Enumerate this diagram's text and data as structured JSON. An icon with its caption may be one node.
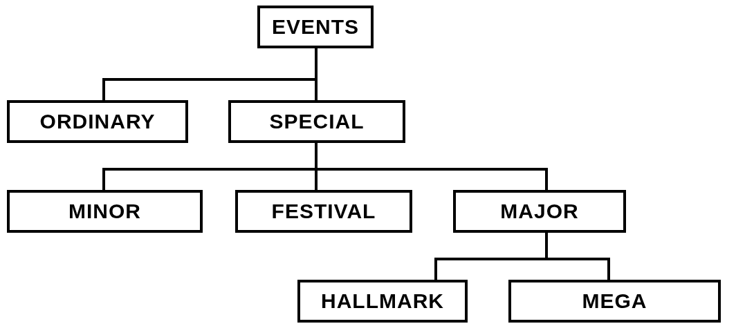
{
  "diagram": {
    "nodes": [
      {
        "text": [
          "EVENTS"
        ]
      },
      {
        "text": [
          "ORDINARY"
        ]
      },
      {
        "text": [
          "SPECIAL"
        ]
      },
      {
        "text": [
          "MINOR"
        ]
      },
      {
        "text": [
          "FESTIVAL"
        ]
      },
      {
        "text": [
          "MAJOR"
        ]
      },
      {
        "text": [
          "HALLMARK"
        ]
      },
      {
        "text": [
          "MEGA"
        ]
      }
    ],
    "edges": [
      {
        "from": 0,
        "to": 1,
        "arrow": "none"
      },
      {
        "from": 0,
        "to": 2,
        "arrow": "none"
      },
      {
        "from": 2,
        "to": 3,
        "arrow": "none"
      },
      {
        "from": 2,
        "to": 4,
        "arrow": "none"
      },
      {
        "from": 2,
        "to": 5,
        "arrow": "none"
      },
      {
        "from": 5,
        "to": 6,
        "arrow": "none"
      },
      {
        "from": 5,
        "to": 7,
        "arrow": "none"
      }
    ]
  }
}
